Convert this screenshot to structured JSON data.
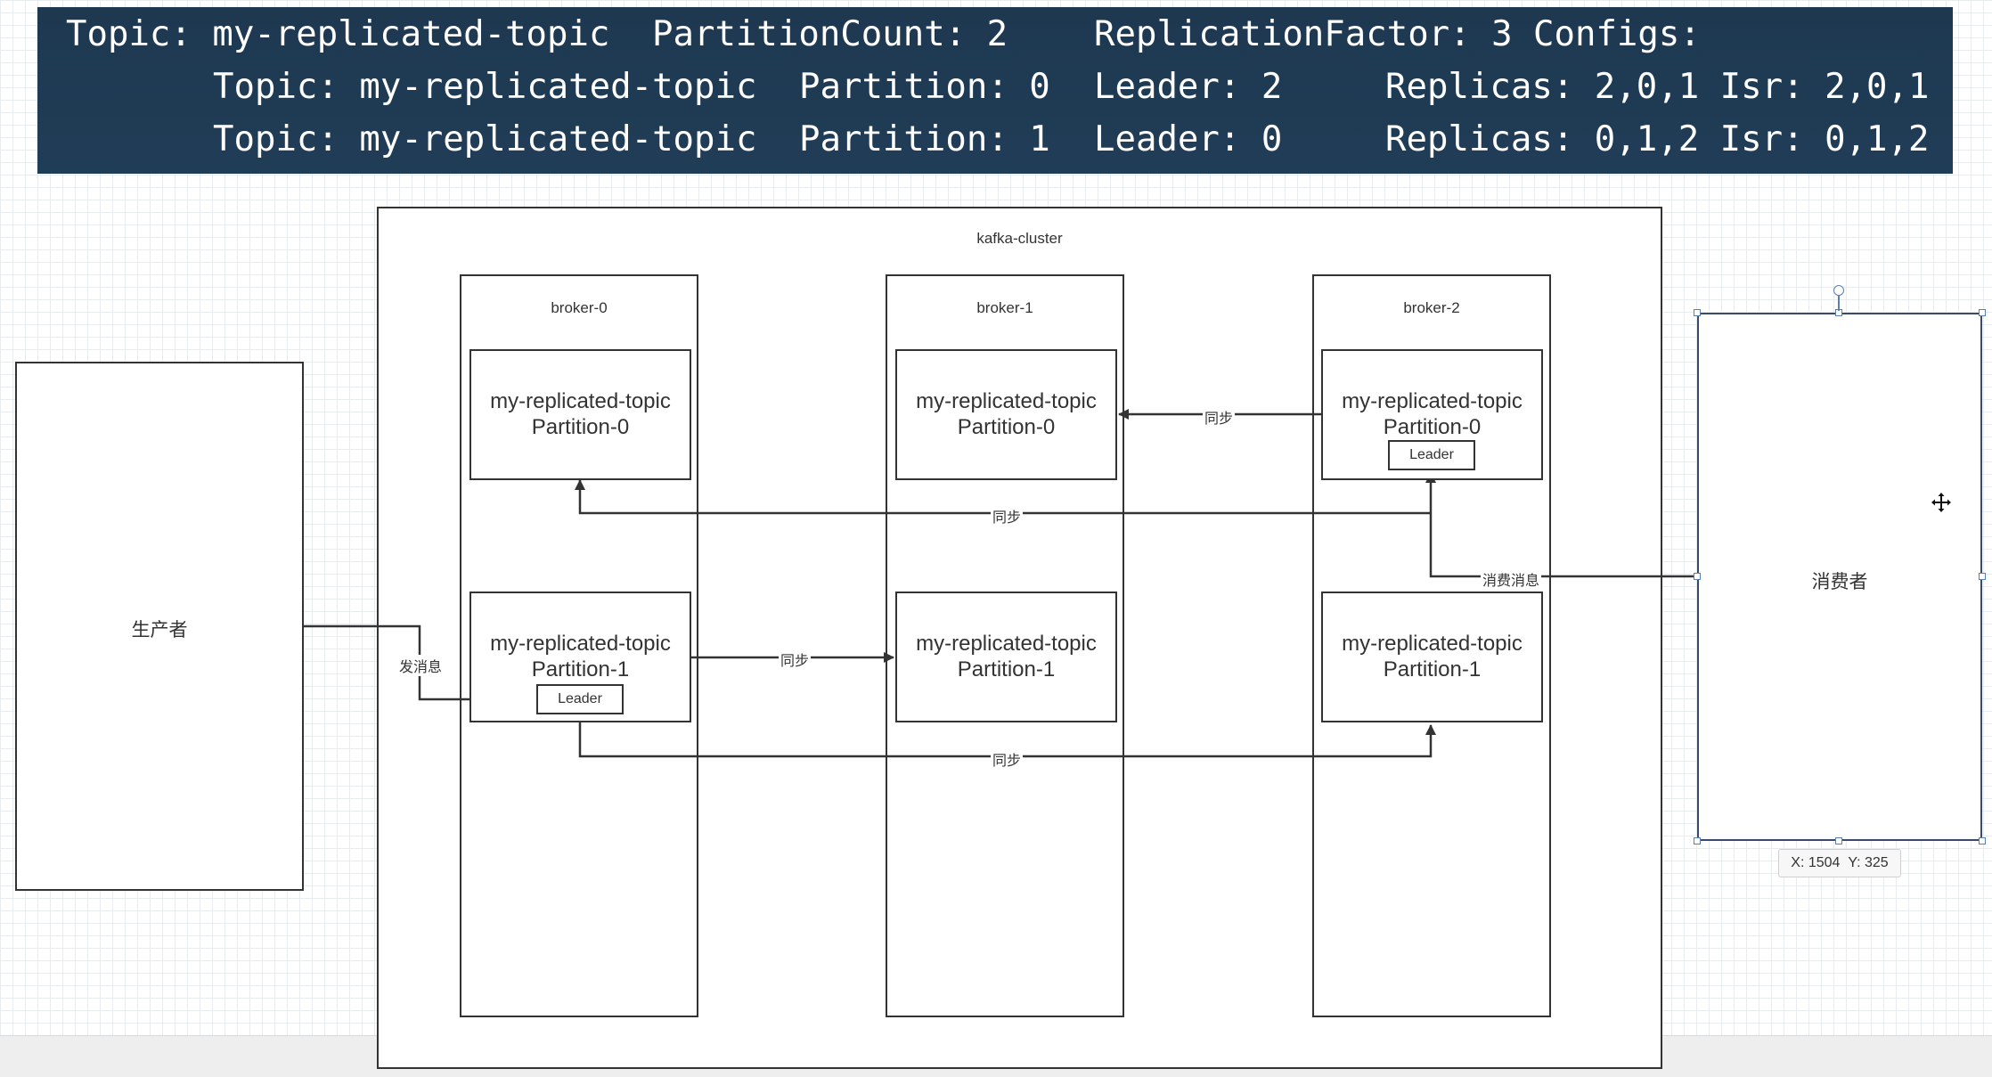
{
  "terminal": {
    "line1": {
      "topic": "Topic: my-replicated-topic",
      "partition_count": "PartitionCount: 2",
      "replication_factor": "ReplicationFactor: 3",
      "configs": "Configs:"
    },
    "rows": [
      {
        "topic": "Topic: my-replicated-topic",
        "partition": "Partition: 0",
        "leader": "Leader: 2",
        "replicas": "Replicas: 2,0,1 Isr: 2,0,1"
      },
      {
        "topic": "Topic: my-replicated-topic",
        "partition": "Partition: 1",
        "leader": "Leader: 0",
        "replicas": "Replicas: 0,1,2 Isr: 0,1,2"
      }
    ]
  },
  "diagram": {
    "cluster_label": "kafka-cluster",
    "producer_label": "生产者",
    "consumer_label": "消费者",
    "brokers": [
      {
        "name": "broker-0",
        "p0_line1": "my-replicated-topic",
        "p0_line2": "Partition-0",
        "p1_line1": "my-replicated-topic",
        "p1_line2": "Partition-1"
      },
      {
        "name": "broker-1",
        "p0_line1": "my-replicated-topic",
        "p0_line2": "Partition-0",
        "p1_line1": "my-replicated-topic",
        "p1_line2": "Partition-1"
      },
      {
        "name": "broker-2",
        "p0_line1": "my-replicated-topic",
        "p0_line2": "Partition-0",
        "p1_line1": "my-replicated-topic",
        "p1_line2": "Partition-1"
      }
    ],
    "leader_label": "Leader",
    "edges": {
      "send": "发消息",
      "sync": "同步",
      "consume": "消费消息"
    }
  },
  "coord_readout": {
    "x": "X: 1504",
    "y": "Y: 325"
  },
  "colors": {
    "terminal_bg": "#1f3a52",
    "stroke": "#333333",
    "selection": "#5a7fb5"
  }
}
